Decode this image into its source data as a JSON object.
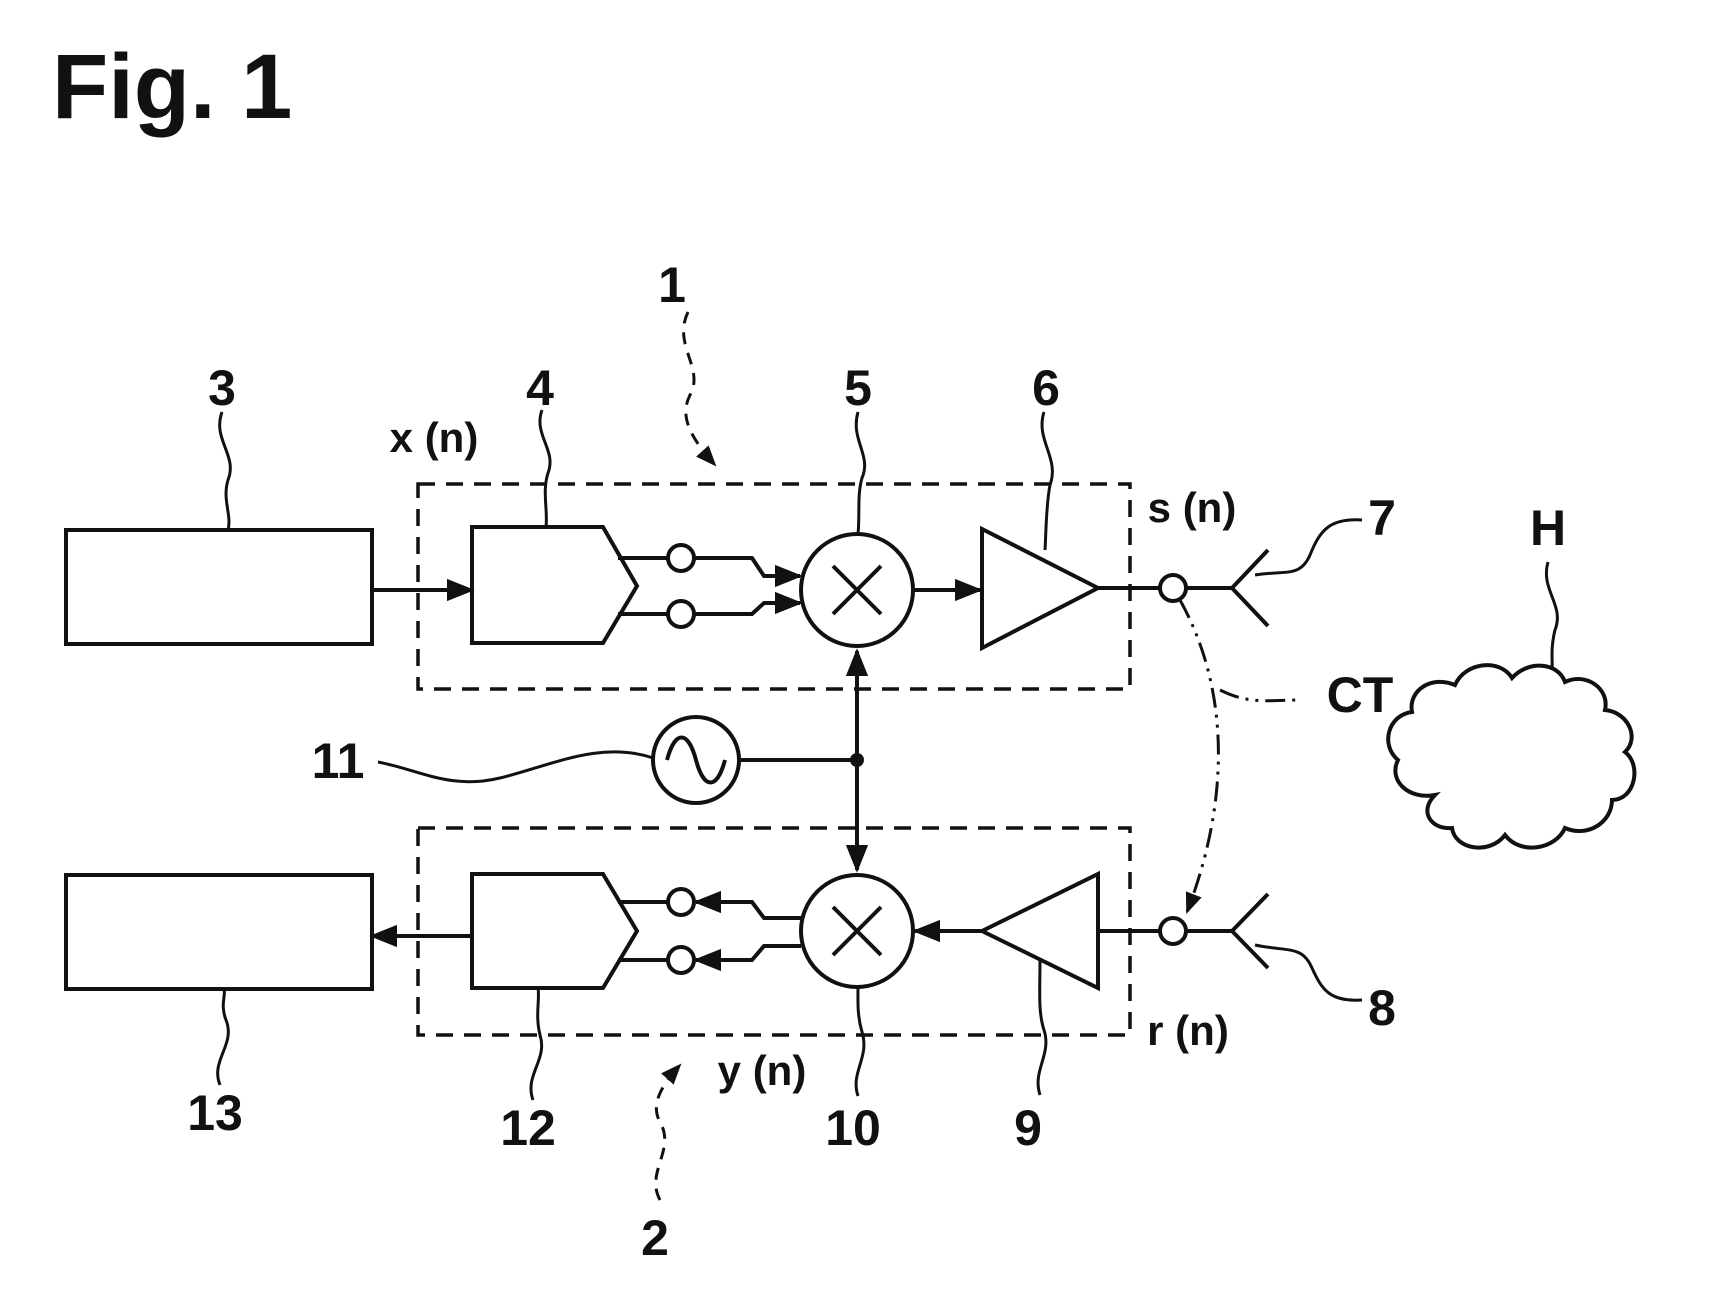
{
  "figure": {
    "title": "Fig. 1",
    "labels": {
      "module_tx": "1",
      "module_rx": "2",
      "source": "3",
      "dac": "4",
      "mixer_tx": "5",
      "amp_tx": "6",
      "antenna_tx": "7",
      "antenna_rx": "8",
      "amp_rx": "9",
      "mixer_rx": "10",
      "oscillator": "11",
      "adc": "12",
      "sink": "13",
      "crosstalk": "CT",
      "environment": "H"
    },
    "signals": {
      "x": "x (n)",
      "s": "s (n)",
      "r": "r (n)",
      "y": "y (n)"
    }
  }
}
